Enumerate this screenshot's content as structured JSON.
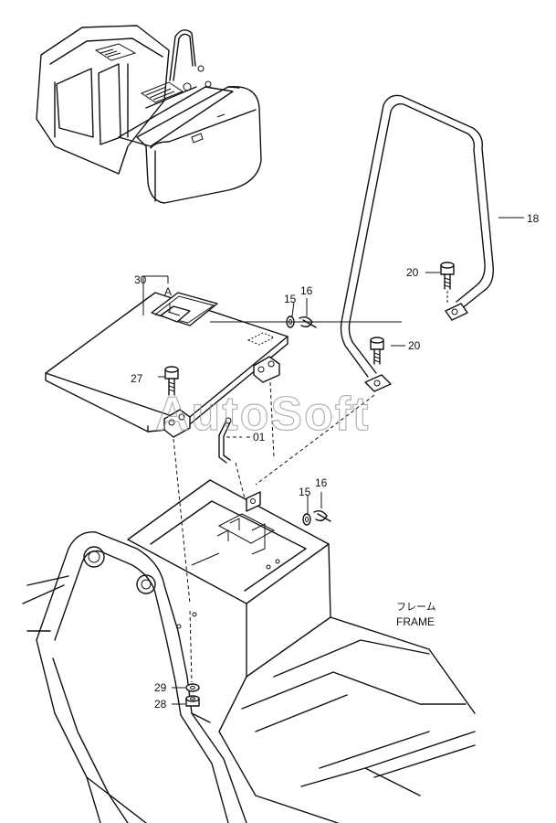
{
  "labels": {
    "p30": "30",
    "pA": "A",
    "p15a": "15",
    "p16a": "16",
    "p27": "27",
    "p01": "01",
    "p18": "18",
    "p20a": "20",
    "p20b": "20",
    "p15b": "15",
    "p16b": "16",
    "p29": "29",
    "p28": "28"
  },
  "frame_label_jp": "フレーム",
  "frame_label_en": "FRAME",
  "watermark": "AutoSoft"
}
